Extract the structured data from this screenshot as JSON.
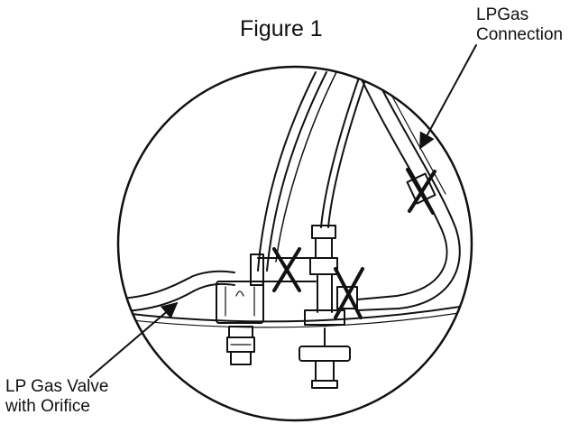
{
  "figure": {
    "title": "Figure 1"
  },
  "callouts": {
    "lp_gas_connection": {
      "line1": "LPGas",
      "line2": "Connection"
    },
    "lp_gas_valve": {
      "line1": "LP Gas Valve",
      "line2": "with Orifice"
    }
  },
  "colors": {
    "stroke": "#111111",
    "background": "#ffffff"
  }
}
